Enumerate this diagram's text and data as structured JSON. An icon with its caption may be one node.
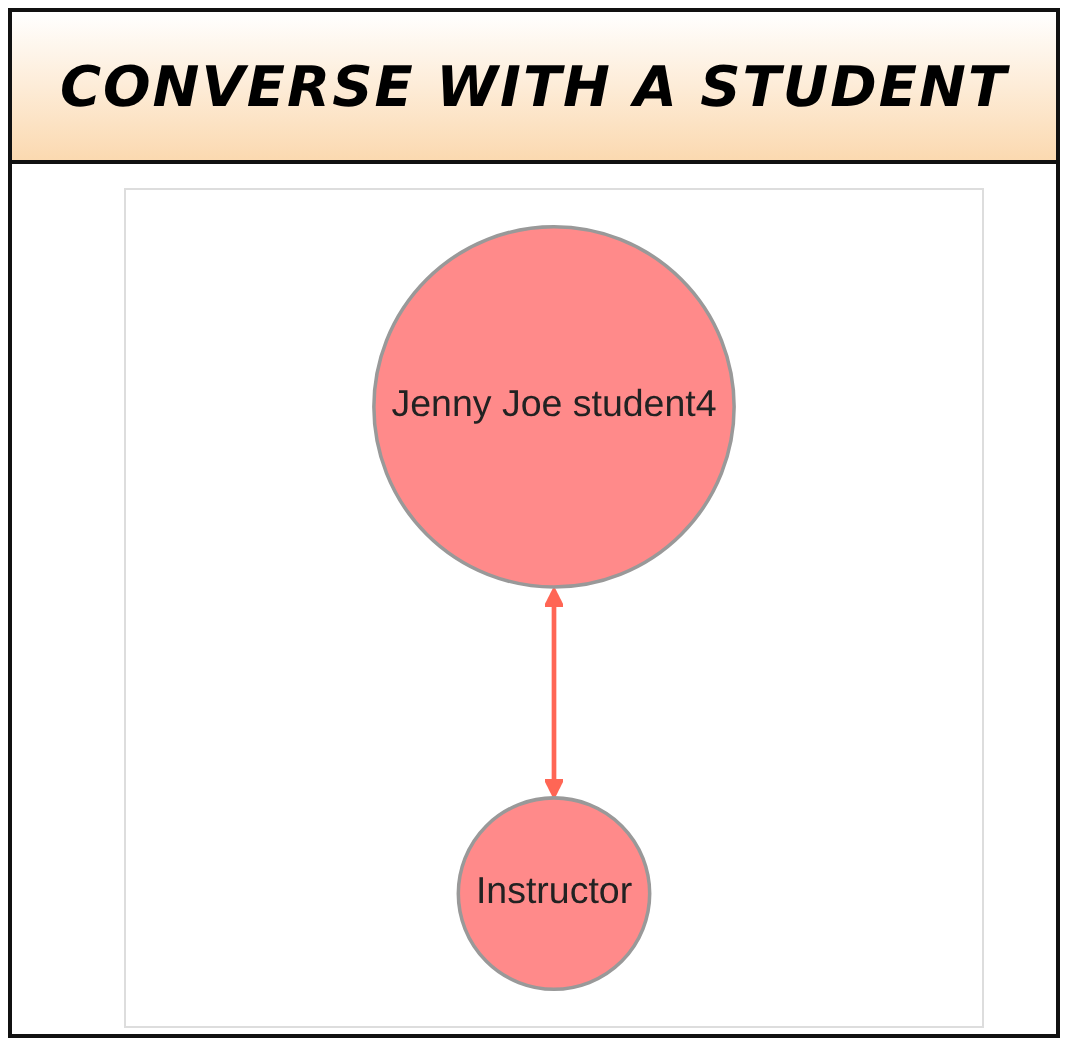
{
  "diagram": {
    "title": "CONVERSE WITH A STUDENT",
    "nodes": [
      {
        "text": [
          "Jenny Joe student4"
        ]
      },
      {
        "text": [
          "Instructor"
        ]
      }
    ],
    "edges": [
      {
        "from": 0,
        "to": 1,
        "arrow": "both"
      }
    ]
  }
}
